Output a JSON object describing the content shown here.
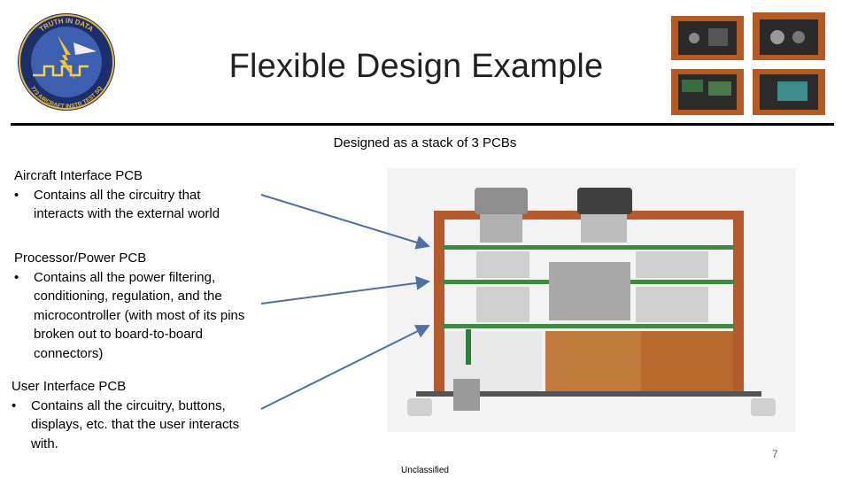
{
  "slide": {
    "title": "Flexible Design Example",
    "subtitle": "Designed as a stack of 3 PCBs",
    "page_number": "7",
    "classification": "Unclassified"
  },
  "logo": {
    "top_text": "TRUTH IN DATA",
    "bottom_text": "773 AIRCRAFT INSTR TEST SQ"
  },
  "sections": [
    {
      "heading": "Aircraft Interface PCB",
      "bullet": "Contains all the circuitry that interacts with the external world"
    },
    {
      "heading": "Processor/Power PCB",
      "bullet": "Contains all the power filtering, conditioning, regulation, and the microcontroller (with most of its pins broken out to board-to-board connectors)"
    },
    {
      "heading": "User Interface PCB",
      "bullet": "Contains all the circuitry, buttons, displays, etc. that the user interacts with."
    }
  ],
  "colors": {
    "arrow": "#4f6fa5",
    "pcb": "#3e8a45",
    "enclosure": "#b55a2a",
    "accent_rule": "#000000"
  }
}
